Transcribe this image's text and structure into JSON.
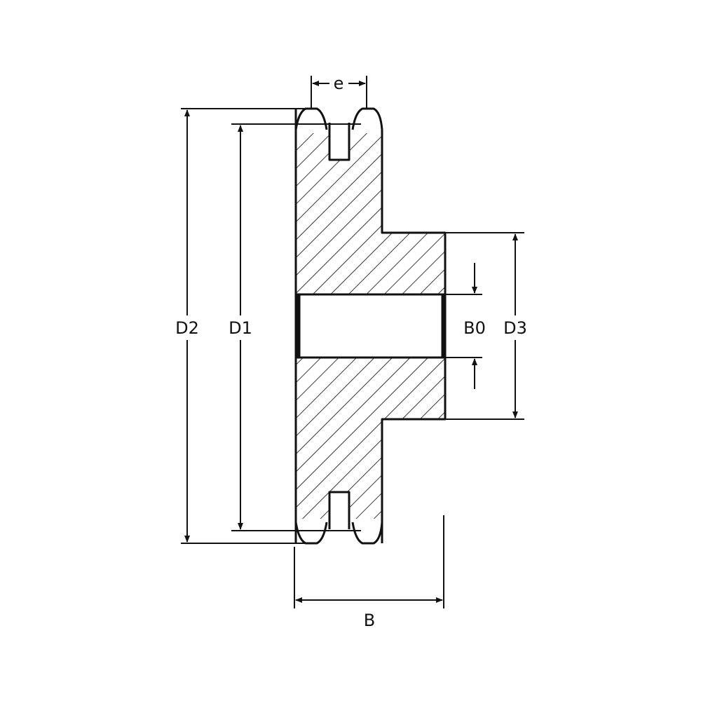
{
  "diagram": {
    "labels": {
      "e": "e",
      "d2": "D2",
      "d1": "D1",
      "b0": "B0",
      "d3": "D3",
      "b": "B"
    }
  }
}
